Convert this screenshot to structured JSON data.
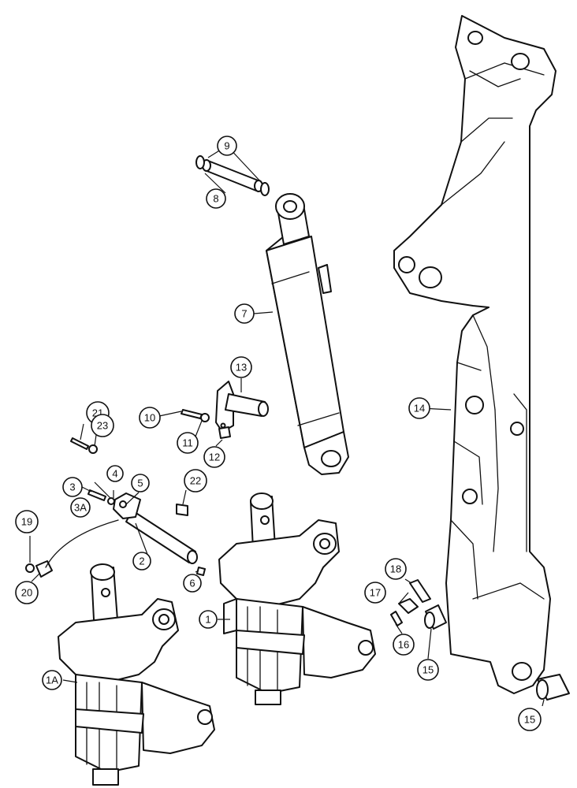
{
  "callouts": {
    "c1": "1",
    "c1A": "1A",
    "c2": "2",
    "c3": "3",
    "c3A": "3A",
    "c4": "4",
    "c5": "5",
    "c6": "6",
    "c7": "7",
    "c8": "8",
    "c9": "9",
    "c10": "10",
    "c11": "11",
    "c12": "12",
    "c13": "13",
    "c14": "14",
    "c15a": "15",
    "c15b": "15",
    "c16": "16",
    "c17": "17",
    "c18": "18",
    "c19": "19",
    "c20": "20",
    "c21": "21",
    "c22": "22",
    "c23": "23"
  }
}
